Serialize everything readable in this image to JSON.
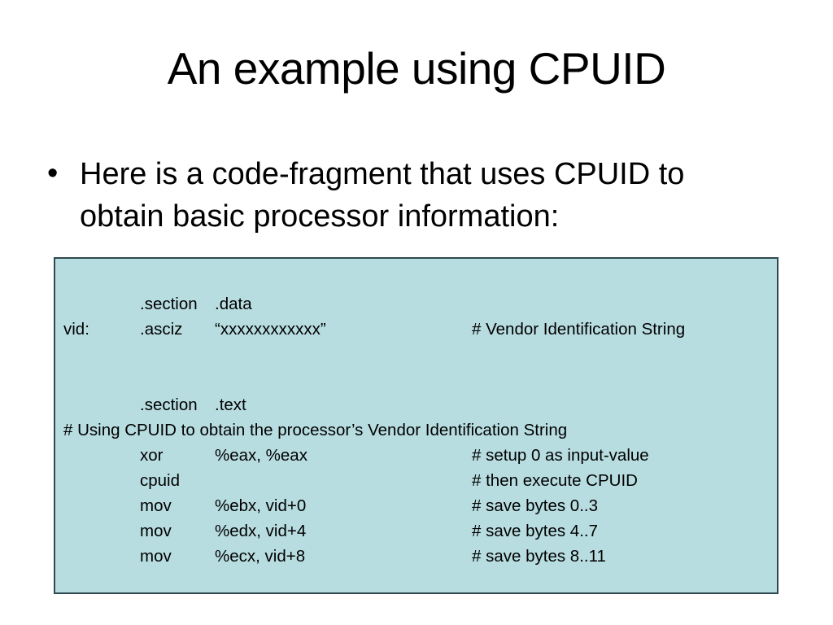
{
  "slide": {
    "title": "An example using CPUID",
    "bullet_marker": "•",
    "bullet_text": "Here is a code-fragment that uses CPUID to obtain basic processor information:",
    "background_color": "#ffffff",
    "code_box": {
      "background_color": "#b8dde1",
      "border_color": "#2e4a50",
      "lines": [
        {
          "kind": "columns",
          "label": "",
          "mnemonic": ".section",
          "operand": ".data",
          "comment": ""
        },
        {
          "kind": "columns",
          "label": "vid:",
          "mnemonic": ".asciz",
          "operand": "“xxxxxxxxxxxx”",
          "comment": "# Vendor Identification String"
        },
        {
          "kind": "blank",
          "label": "",
          "mnemonic": "",
          "operand": "",
          "comment": ""
        },
        {
          "kind": "blank",
          "label": "",
          "mnemonic": "",
          "operand": "",
          "comment": ""
        },
        {
          "kind": "columns",
          "label": "",
          "mnemonic": ".section",
          "operand": ".text",
          "comment": ""
        },
        {
          "kind": "full",
          "text": "# Using CPUID to obtain the processor’s Vendor Identification String"
        },
        {
          "kind": "columns",
          "label": "",
          "mnemonic": "xor",
          "operand": "%eax, %eax",
          "comment": "# setup 0 as input-value"
        },
        {
          "kind": "columns",
          "label": "",
          "mnemonic": "cpuid",
          "operand": "",
          "comment": "# then execute CPUID"
        },
        {
          "kind": "columns",
          "label": "",
          "mnemonic": "mov",
          "operand": "%ebx, vid+0",
          "comment": "# save bytes 0..3"
        },
        {
          "kind": "columns",
          "label": "",
          "mnemonic": "mov",
          "operand": "%edx, vid+4",
          "comment": "# save bytes 4..7"
        },
        {
          "kind": "columns",
          "label": "",
          "mnemonic": "mov",
          "operand": "%ecx, vid+8",
          "comment": "# save bytes 8..11"
        }
      ]
    }
  }
}
